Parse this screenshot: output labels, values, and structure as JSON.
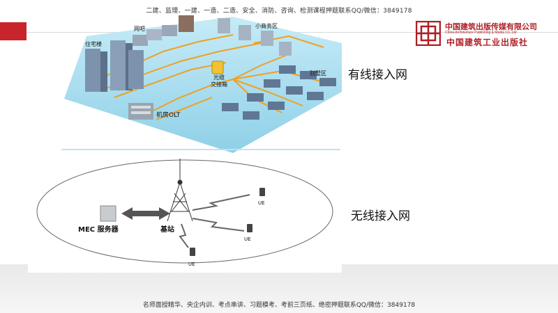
{
  "header": {
    "top_text": "二建、监理、一建、一造、二造、安全、消防、咨询、检测课程押题联系QQ/微信：3849178",
    "bottom_text": "名师面授精华、央企内训、考点串讲、习题模考、考前三页纸、绝密押题联系QQ/微信：3849178"
  },
  "logo": {
    "name_cn": "中国建筑出版传媒有限公司",
    "name_en": "China Architecture Publishing & Media Co.,Ltd",
    "sub_cn": "中国建筑工业出版社"
  },
  "wired": {
    "title": "有线接入网",
    "labels": {
      "residential": "住宅楼",
      "internet_cafe": "网吧",
      "commercial": "小商务区",
      "villa": "别墅区",
      "fiber_box_1": "光缆",
      "fiber_box_2": "交接箱",
      "olt": "机房OLT"
    }
  },
  "wireless": {
    "title": "无线接入网",
    "labels": {
      "mec": "MEC 服务器",
      "base_station": "基站",
      "ue": "UE"
    }
  },
  "colors": {
    "accent_red": "#c8242c",
    "fiber_line": "#f0a020",
    "platform": "#a9dcef"
  }
}
